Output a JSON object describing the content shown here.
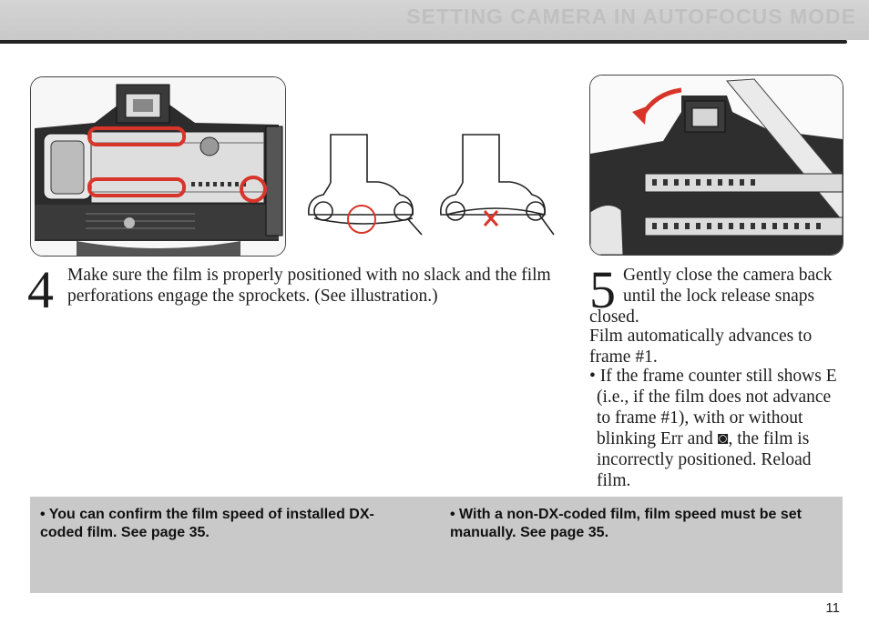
{
  "header": {
    "title": "SETTING CAMERA IN AUTOFOCUS MODE"
  },
  "step4": {
    "number": "4",
    "text": "Make sure the film is properly positioned with no slack and the film perforations engage the sprockets. (See illustration.)"
  },
  "step5": {
    "number": "5",
    "line1": "Gently close the camera back",
    "line2": "until the lock release snaps",
    "line3": "closed.",
    "advance": "Film automatically advances to frame #1.",
    "bullet": "• If the frame counter still shows E (i.e., if the film does not advance to frame #1), with or without blinking Err and ◙, the film is incorrectly positioned. Reload film."
  },
  "notes": {
    "left": "• You can confirm the film speed of installed DX-coded film. See page 35.",
    "right": "• With a non-DX-coded film, film speed must be set manually. See page 35."
  },
  "page_number": "11",
  "colors": {
    "highlight": "#d8352a",
    "note_bg": "#c9c9c9",
    "rule": "#222222"
  }
}
